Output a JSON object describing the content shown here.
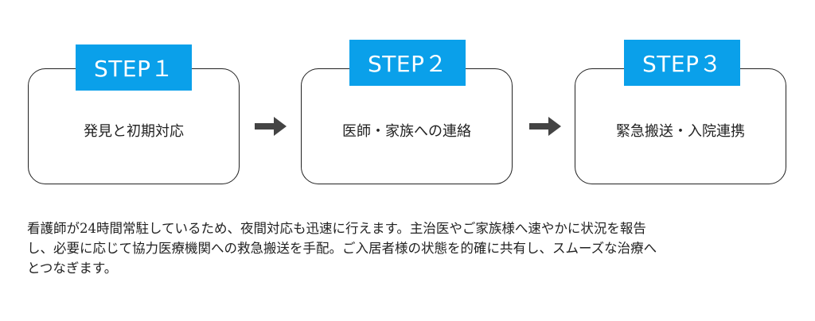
{
  "steps": [
    {
      "label": "STEP１",
      "text": "発見と初期対応"
    },
    {
      "label": "STEP２",
      "text": "医師・家族への連絡"
    },
    {
      "label": "STEP３",
      "text": "緊急搬送・入院連携"
    }
  ],
  "colors": {
    "accent": "#0aa0ea",
    "arrow": "#444444",
    "border": "#222222"
  },
  "icons": {
    "arrow": "right-arrow-icon"
  },
  "description": {
    "line1": "看護師が24時間常駐しているため、夜間対応も迅速に行えます。主治医やご家族様へ速やかに状況を報告",
    "line2": "し、必要に応じて協力医療機関への救急搬送を手配。ご入居者様の状態を的確に共有し、スムーズな治療へ",
    "line3": "とつなぎます。"
  }
}
